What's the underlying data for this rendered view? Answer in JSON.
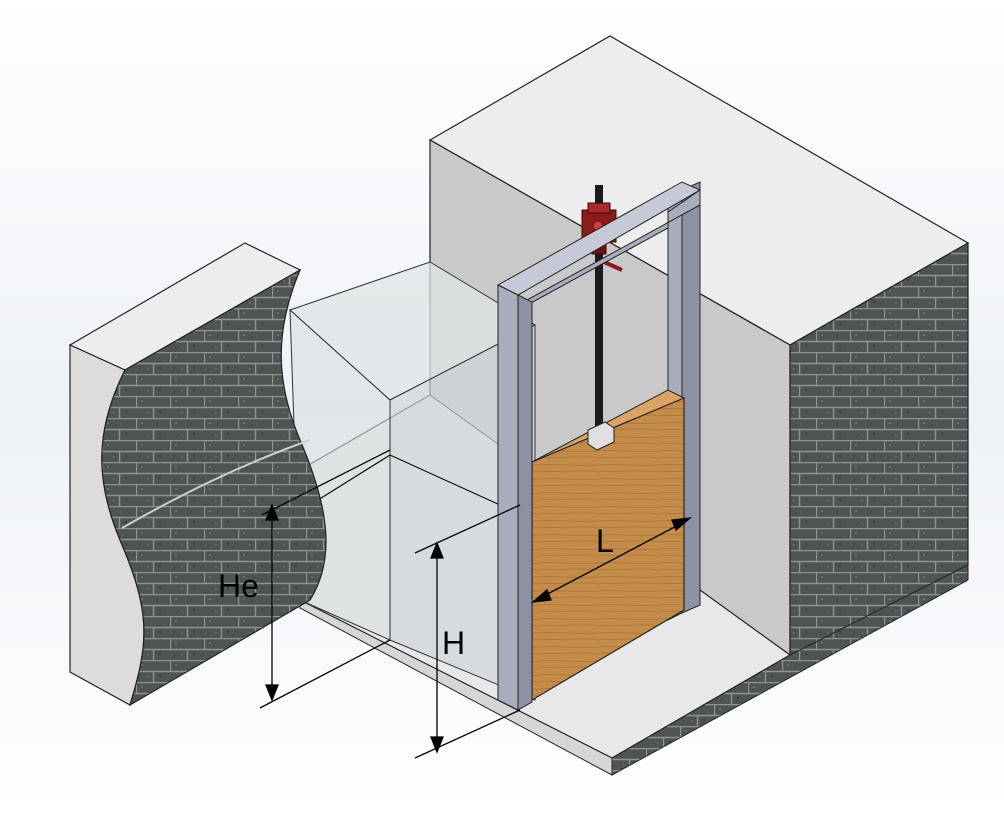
{
  "labels": {
    "he": "He",
    "h": "H",
    "l": "L"
  },
  "colors": {
    "concrete_top": "#ededed",
    "concrete_side": "#c4c4c4",
    "masonry": "#4f5354",
    "frame": "#a9adbd",
    "gate": "#c48c4a",
    "actuator": "#8b1a1a",
    "water": "#d7dde0"
  }
}
